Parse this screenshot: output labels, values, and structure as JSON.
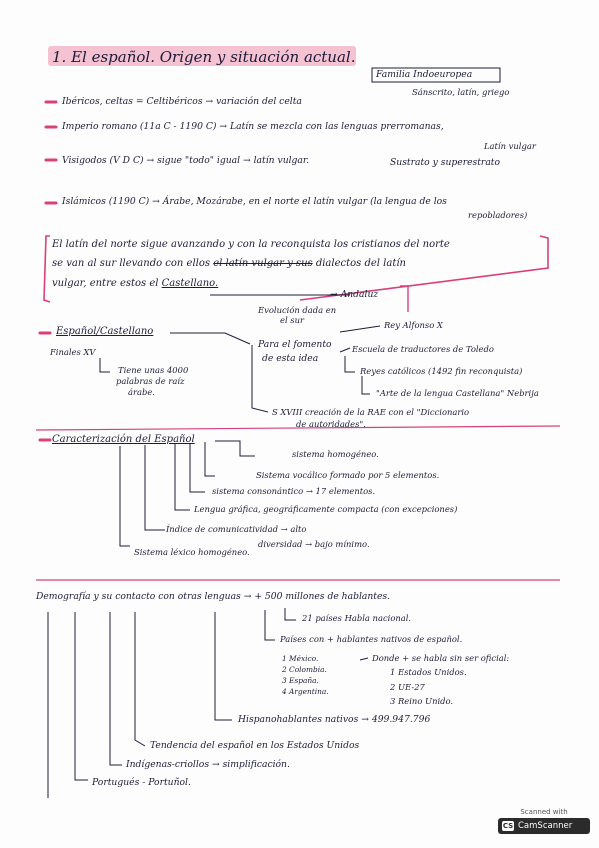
{
  "title": "1. El español. Origen y situación actual.",
  "familia": {
    "box": "Familia Indoeuropea",
    "sub": "Sánscrito, latín, griego"
  },
  "origins": [
    "Ibéricos, celtas = Celtibéricos → variación del celta",
    "Imperio romano (11a C - 1190 C) → Latín se mezcla con las lenguas prerromanas,",
    "Latín vulgar",
    "Visigodos (V D C) → sigue \"todo\" igual → latín vulgar.",
    "Sustrato y superestrato",
    "Islámicos (1190 C) → Árabe, Mozárabe, en el norte el latín vulgar (la lengua de los",
    "repobladores)"
  ],
  "boxed": {
    "line1": "El latín del norte sigue avanzando y con la reconquista los cristianos del norte",
    "line2a": "se van al sur llevando con ellos",
    "line2strike": "el latín vulgar y sus",
    "line2b": "dialectos del latín",
    "line3a": "vulgar, entre estos el",
    "line3b": "Castellano."
  },
  "evolucion": {
    "line1": "Evolución dada en",
    "line2": "el sur",
    "andaluz": "Andaluz"
  },
  "espanol": {
    "head": "Español/Castellano",
    "finales": "Finales XV",
    "tiene1": "Tiene unas 4000",
    "tiene2": "palabras de raíz",
    "tiene3": "árabe.",
    "fomento1": "Para el fomento",
    "fomento2": "de esta idea",
    "rey": "Rey Alfonso X",
    "escuela": "Escuela de traductores de Toledo",
    "reyes": "Reyes católicos (1492 fin reconquista)",
    "arte": "\"Arte de la lengua Castellana\" Nebrija",
    "rae1": "S XVIII creación de la RAE con el \"Diccionario",
    "rae2": "de autoridades\"."
  },
  "caract": {
    "head": "Caracterización del Español",
    "items": [
      "sistema homogéneo.",
      "Sistema vocálico formado por 5 elementos.",
      "sistema consonántico → 17 elementos.",
      "Lengua gráfica, geográficamente compacta (con excepciones)",
      "Índice de comunicatividad → alto",
      "diversidad → bajo mínimo.",
      "Sistema léxico homogéneo."
    ]
  },
  "demo": {
    "head": "Demografía y su contacto con otras lenguas → + 500 millones de hablantes.",
    "paises21": "21 países Habla nacional.",
    "nativos": "Países con + hablantes nativos de español.",
    "countries": [
      "1 México.",
      "2 Colombia.",
      "3 España.",
      "4 Argentina."
    ],
    "donde": "Donde + se habla sin ser oficial:",
    "unofficial": [
      "1 Estados Unidos.",
      "2 UE-27",
      "3 Reino Unido."
    ],
    "hispano": "Hispanohablantes nativos → 499.947.796",
    "tendencia": "Tendencia del español en los Estados Unidos",
    "indigenas": "Indígenas-criollos → simplificación.",
    "portugues": "Portugués - Portuñol."
  },
  "camscanner": {
    "top": "Scanned with",
    "name": "CamScanner",
    "logo": "CS"
  },
  "colors": {
    "highlight": "#f2b7c9",
    "pink_line": "#d9407a",
    "ink": "#1d1d3a"
  }
}
